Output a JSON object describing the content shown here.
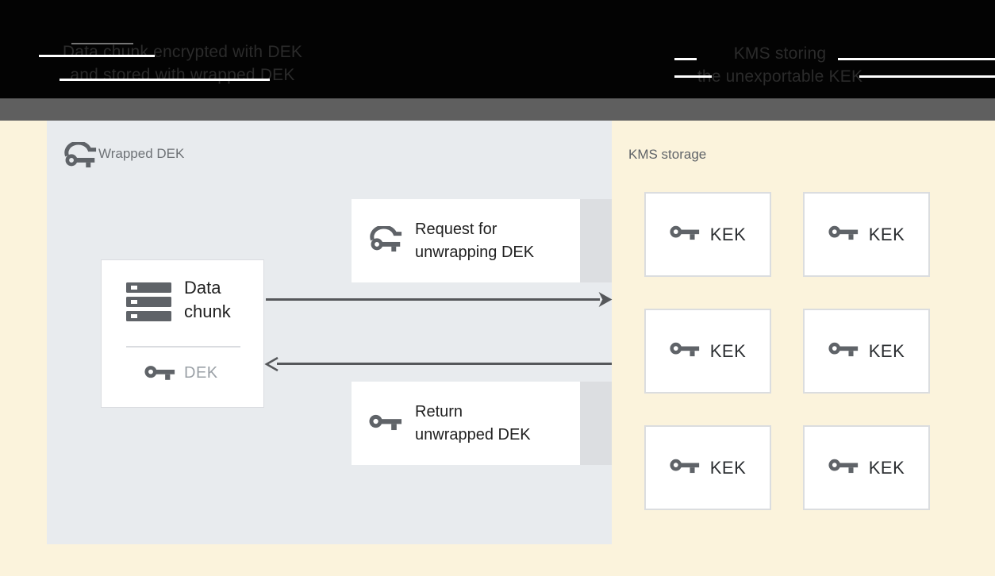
{
  "header": {
    "left_caption": [
      "Data chunk encrypted with DEK",
      "and stored with wrapped DEK"
    ],
    "right_caption": [
      "KMS storing",
      "the unexportable KEK"
    ]
  },
  "panel": {
    "label": "Wrapped DEK"
  },
  "data_chunk": {
    "title_line1": "Data",
    "title_line2": "chunk",
    "key_label": "DEK"
  },
  "request_box": {
    "line1": "Request for",
    "line2": "unwrapping DEK"
  },
  "return_box": {
    "line1": "Return",
    "line2": "unwrapped DEK"
  },
  "kms": {
    "label": "KMS storage",
    "boxes": [
      {
        "label": "KEK"
      },
      {
        "label": "KEK"
      },
      {
        "label": "KEK"
      },
      {
        "label": "KEK"
      },
      {
        "label": "KEK"
      },
      {
        "label": "KEK"
      }
    ]
  },
  "icons": {
    "wrapped_key": "wrapped-key-icon",
    "key": "key-icon",
    "data_chunk": "server-stack-icon"
  },
  "colors": {
    "header_bg": "#030303",
    "header_text": "#2B2B2B",
    "streak_white": "#FFFFFF",
    "gray_bar": "#5F5F5F",
    "canvas_yellow": "#FBF3DC",
    "panel_blue_gray": "#E8EBEE",
    "box_white": "#FFFFFF",
    "box_border": "#DADCE0",
    "side_strip": "#DCDEE1",
    "icon_gray": "#5F6368",
    "arrow_gray": "#55575A",
    "text_dark": "#212121",
    "text_muted": "#9AA0A6"
  }
}
